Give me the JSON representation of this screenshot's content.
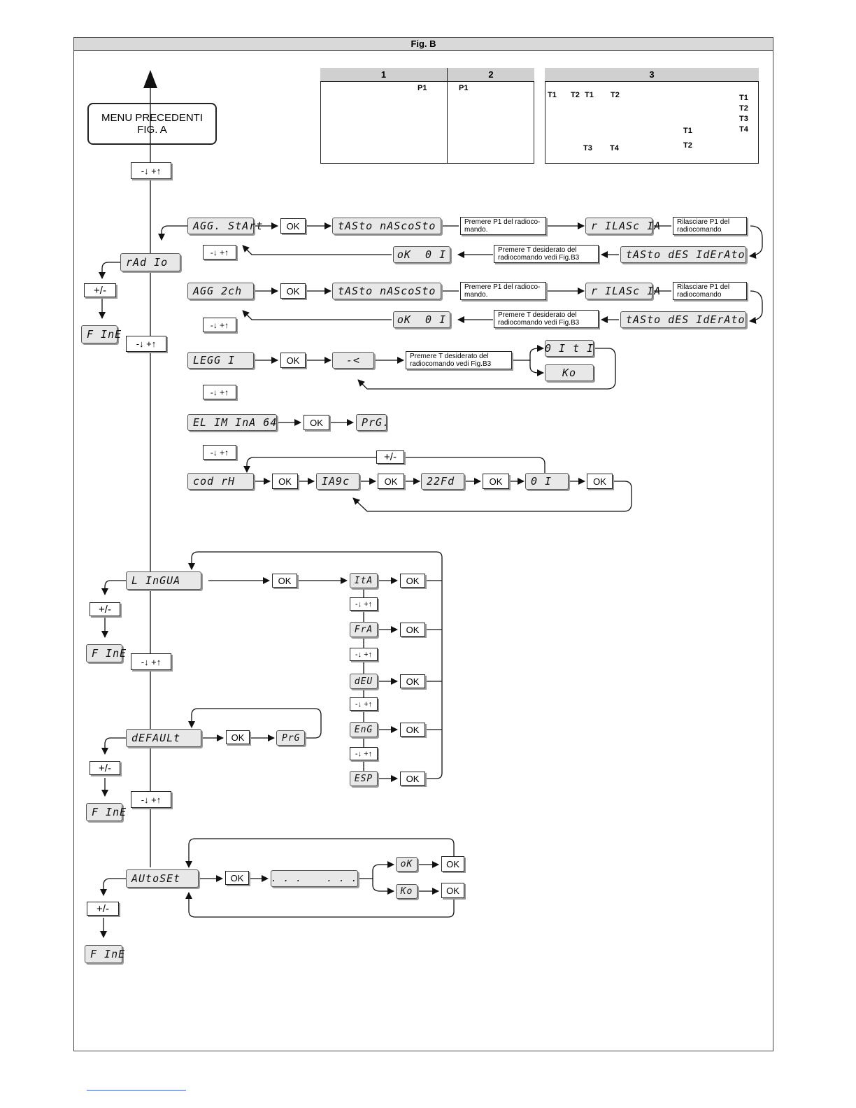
{
  "figure_title": "Fig. B",
  "menu_prev": {
    "line1": "MENU PRECEDENTI",
    "line2": "FIG. A"
  },
  "nav_label": "-↓ +↑",
  "plusminus": "+/-",
  "ok": "OK",
  "fine": "F InE",
  "panels": {
    "p1": "1",
    "p2": "2",
    "p3": "3",
    "P1": "P1",
    "t_labels": [
      "T1",
      "T2",
      "T3",
      "T4"
    ]
  },
  "radio": {
    "menu": "rAd Io",
    "agg_start": "AGG. StArt",
    "agg_2ch": "AGG 2ch",
    "leggi": "LEGG I",
    "elimina": "EL IM InA 64",
    "cod_rx": "cod rH",
    "tasto_nascosto": "tASto nAScoSto",
    "rilascia": "r ILASc IA",
    "tasto_desiderato": "tASto dES IdErAto",
    "ok01": "oK  0 I",
    "premere_p1": "Premere P1 del radioco-mando.",
    "rilasciare_p1": "Rilasciare P1 del radiocomando",
    "premere_t": "Premere T desiderato del radiocomando vedi Fig.B3",
    "wait": "-<",
    "result_ok": "0 I t I",
    "result_ko": "Ko",
    "prg": "PrG.",
    "code1": "IA9c",
    "code2": "22Fd",
    "code3": "0 I"
  },
  "lingua": {
    "menu": "L InGUA",
    "options": [
      "ItA",
      "FrA",
      "dEU",
      "EnG",
      "ESP"
    ]
  },
  "default": {
    "menu": "dEFAULt",
    "prg": "PrG"
  },
  "autoset": {
    "menu": "AUtoSEt",
    "progress": ". . .    . . .",
    "ok": "oK",
    "ko": "Ko"
  }
}
